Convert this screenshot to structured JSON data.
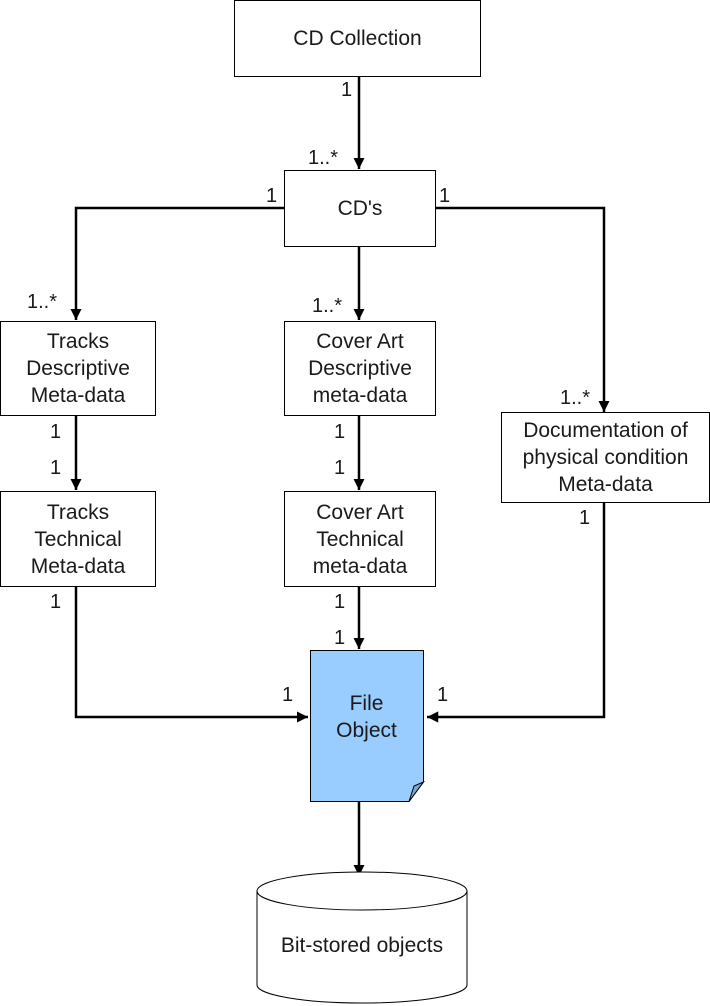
{
  "nodes": {
    "cd_collection": {
      "label": "CD Collection"
    },
    "cds": {
      "label": "CD's"
    },
    "tracks_descriptive": {
      "label": "Tracks\nDescriptive\nMeta-data"
    },
    "cover_art_descriptive": {
      "label": "Cover Art\nDescriptive\nmeta-data"
    },
    "documentation": {
      "label": "Documentation of\nphysical condition\nMeta-data"
    },
    "tracks_technical": {
      "label": "Tracks\nTechnical\nMeta-data"
    },
    "cover_art_technical": {
      "label": "Cover Art\nTechnical\nmeta-data"
    },
    "file_object": {
      "label": "File\nObject",
      "fill": "#99ccff",
      "fold_fill": "#7ba6d1"
    },
    "bit_stored": {
      "label": "Bit-stored objects"
    }
  },
  "multiplicities": {
    "collection_to_cds_src": "1",
    "collection_to_cds_dst": "1..*",
    "cds_left_src": "1",
    "cds_right_src": "1",
    "tracks_desc_dst": "1..*",
    "cover_desc_dst": "1..*",
    "doc_dst": "1..*",
    "tracks_desc_src": "1",
    "tracks_tech_dst": "1",
    "cover_desc_src": "1",
    "cover_tech_dst": "1",
    "tracks_tech_src": "1",
    "cover_tech_src": "1",
    "file_top_dst": "1",
    "file_left_dst": "1",
    "doc_src": "1",
    "file_right_dst": "1"
  }
}
